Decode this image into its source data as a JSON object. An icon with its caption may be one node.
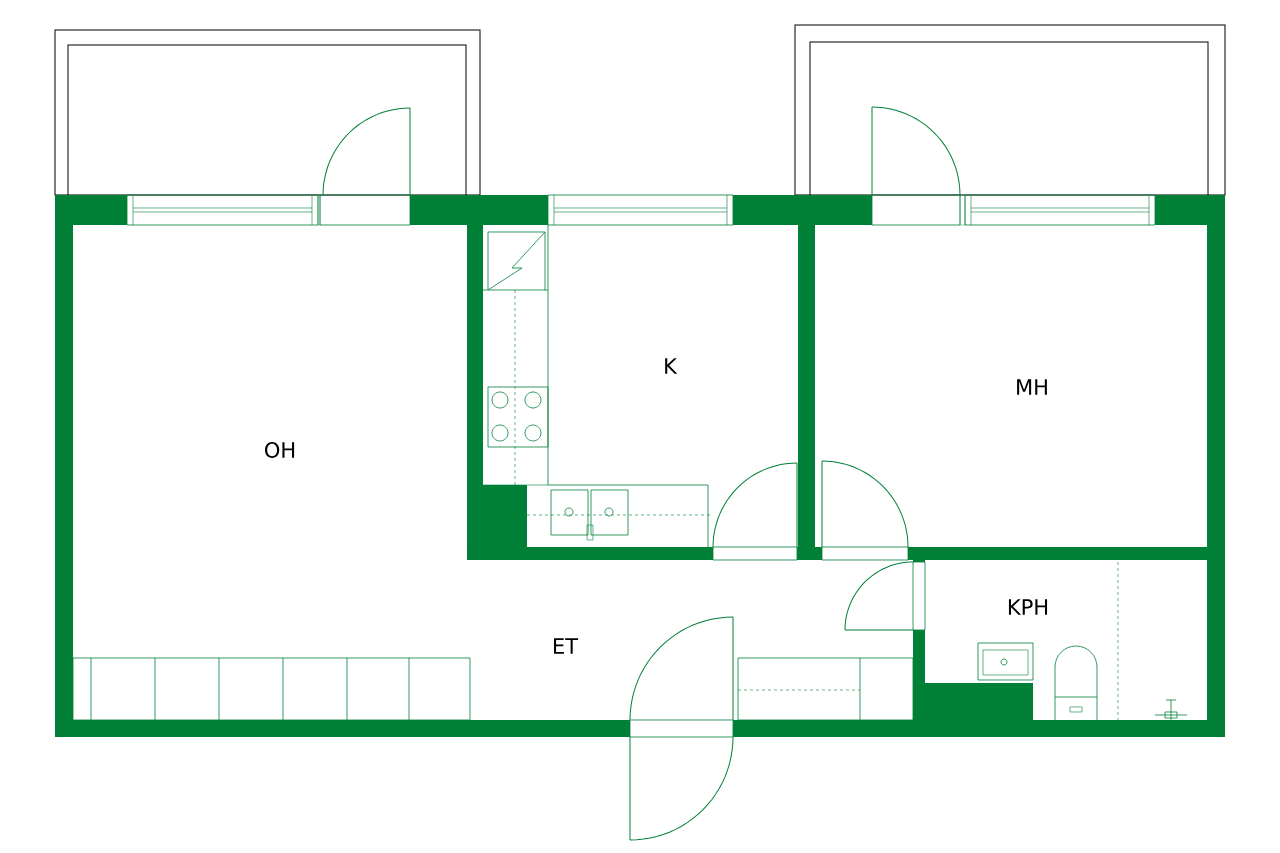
{
  "diagram": {
    "labels": [
      "K",
      "MH",
      "OH",
      "KPH",
      "ET"
    ]
  }
}
